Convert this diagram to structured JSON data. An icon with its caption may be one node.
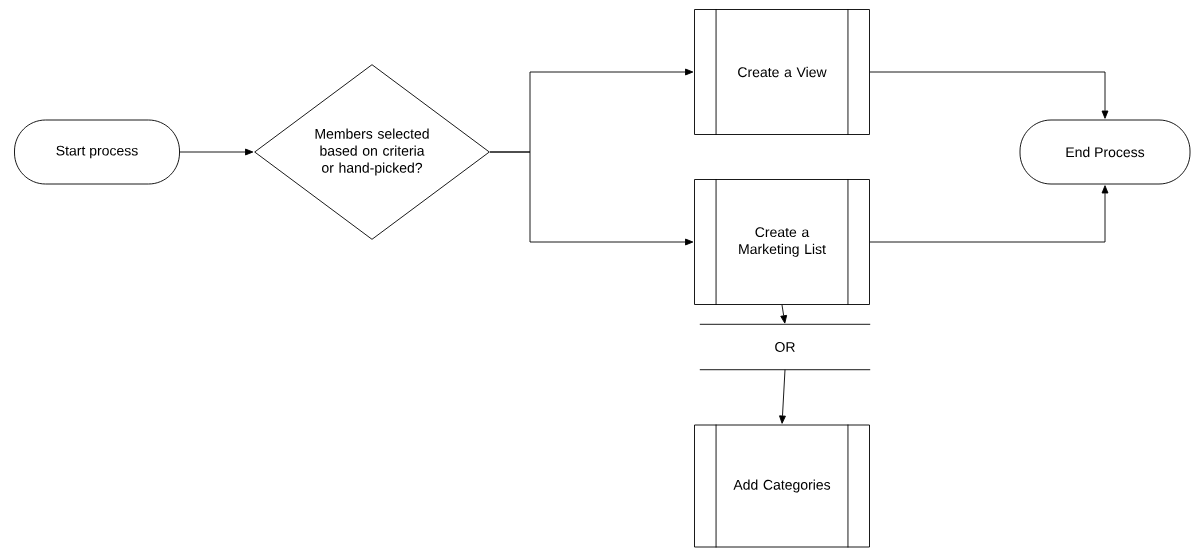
{
  "diagram": {
    "nodes": [
      {
        "text": [
          "Start process"
        ]
      },
      {
        "text": [
          "Members selected based on criteria or hand-picked?"
        ]
      },
      {
        "text": [
          "Create a View"
        ]
      },
      {
        "text": [
          "Create a Marketing List"
        ]
      },
      {
        "text": [
          "OR"
        ]
      },
      {
        "text": [
          "Add Categories"
        ]
      },
      {
        "text": [
          "End Process"
        ]
      }
    ],
    "edges": [
      {
        "from": 0,
        "to": 1,
        "arrow": "to"
      },
      {
        "from": 1,
        "to": 2,
        "arrow": "to"
      },
      {
        "from": 1,
        "to": 3,
        "arrow": "to"
      },
      {
        "from": 2,
        "to": 6,
        "arrow": "to"
      },
      {
        "from": 3,
        "to": 6,
        "arrow": "to"
      },
      {
        "from": 3,
        "to": 4,
        "arrow": "to"
      },
      {
        "from": 4,
        "to": 5,
        "arrow": "to"
      }
    ]
  }
}
